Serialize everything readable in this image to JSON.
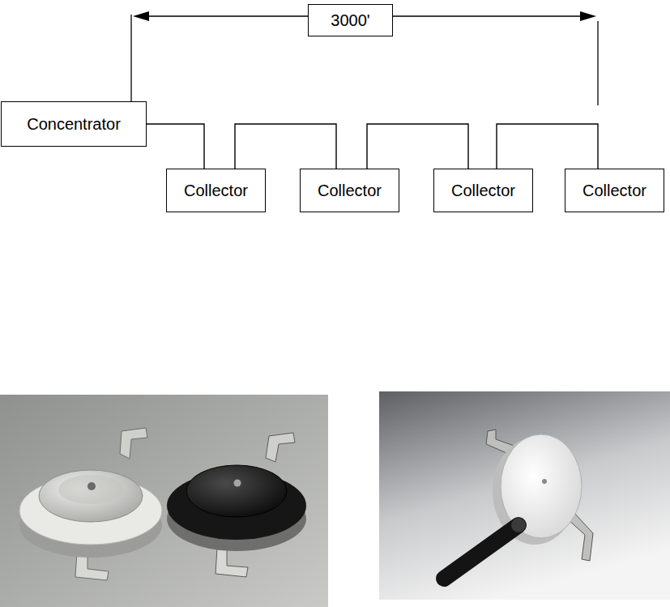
{
  "diagram": {
    "nodes": [
      {
        "text": [
          "3000'"
        ]
      },
      {
        "text": [
          "Concentrator"
        ]
      },
      {
        "text": [
          "Collector"
        ]
      },
      {
        "text": [
          "Collector"
        ]
      },
      {
        "text": [
          "Collector"
        ]
      },
      {
        "text": [
          "Collector"
        ]
      }
    ],
    "edges": [
      {
        "from": 1,
        "to": 2,
        "arrow": "none"
      },
      {
        "from": 2,
        "to": 3,
        "arrow": "none"
      },
      {
        "from": 3,
        "to": 4,
        "arrow": "none"
      },
      {
        "from": 4,
        "to": 5,
        "arrow": "none"
      }
    ]
  }
}
